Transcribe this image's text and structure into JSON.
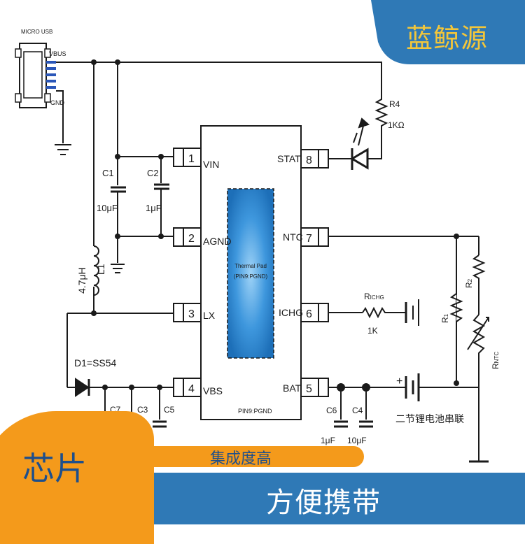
{
  "brand": {
    "name": "蓝鲸源"
  },
  "usb": {
    "title": "MICRO USB",
    "vbus": "VBUS",
    "gnd": "GND"
  },
  "ic": {
    "left_pins": [
      {
        "num": "1",
        "name": "VIN"
      },
      {
        "num": "2",
        "name": "AGND"
      },
      {
        "num": "3",
        "name": "LX"
      },
      {
        "num": "4",
        "name": "VBS"
      }
    ],
    "right_pins": [
      {
        "num": "8",
        "name": "STAT"
      },
      {
        "num": "7",
        "name": "NTC"
      },
      {
        "num": "6",
        "name": "ICHG"
      },
      {
        "num": "5",
        "name": "BAT"
      }
    ],
    "thermal_pad": [
      "Thermal Pad",
      "(PIN9:PGND)"
    ],
    "bottom_label": "PIN9:PGND"
  },
  "components": {
    "c1": {
      "ref": "C1",
      "value": "10μF"
    },
    "c2": {
      "ref": "C2",
      "value": "1μF"
    },
    "l1": {
      "ref": "L1",
      "value": "4.7μH"
    },
    "d1": {
      "label": "D1=SS54"
    },
    "c7": {
      "ref": "C7"
    },
    "c3": {
      "ref": "C3"
    },
    "c5": {
      "ref": "C5"
    },
    "c6": {
      "ref": "C6",
      "value": "1μF"
    },
    "c4": {
      "ref": "C4",
      "value": "10μF"
    },
    "r4": {
      "ref": "R4",
      "value": "1KΩ"
    },
    "richg": {
      "ref_main": "R",
      "ref_sub": "ICHG",
      "value": "1K"
    },
    "r1": {
      "ref_main": "R",
      "ref_sub": "1"
    },
    "r2": {
      "ref_main": "R",
      "ref_sub": "2"
    },
    "rntc": {
      "ref_main": "R",
      "ref_sub": "NTC"
    }
  },
  "battery": {
    "label": "二节锂电池串联",
    "plus": "+"
  },
  "tags": {
    "chip": "芯片",
    "high_integration": "集成度高",
    "portable": "方便携带"
  },
  "colors": {
    "brand_blue": "#2f79b6",
    "accent_orange": "#f49a1b",
    "brand_yellow": "#f3c63a",
    "pad_blue": "#2a86d0"
  }
}
